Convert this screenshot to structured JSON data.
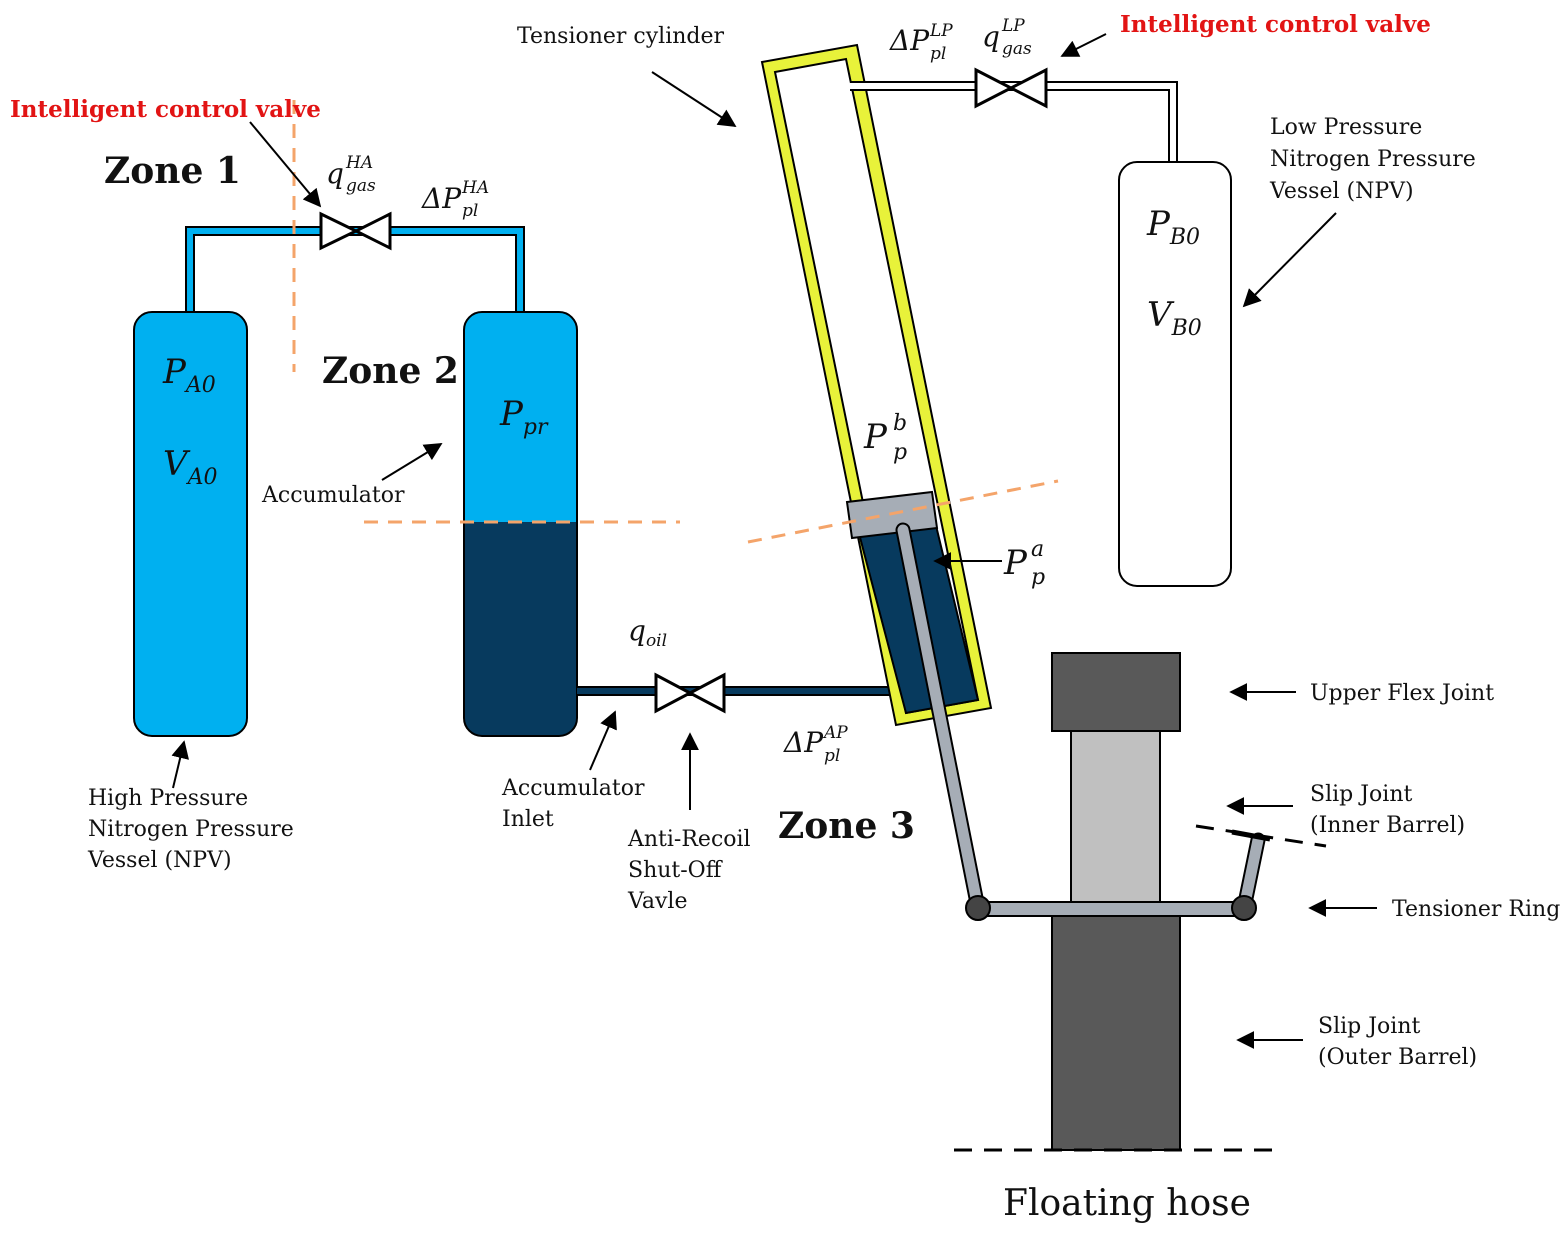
{
  "labels": {
    "tensioner_cylinder": "Tensioner cylinder",
    "intelligent_valve_left": "Intelligent control valve",
    "intelligent_valve_right": "Intelligent control valve",
    "zone1": "Zone 1",
    "zone2": "Zone 2",
    "zone3": "Zone 3",
    "accumulator": "Accumulator",
    "accumulator_inlet": [
      "Accumulator",
      "Inlet"
    ],
    "anti_recoil": [
      "Anti-Recoil",
      "Shut-Off",
      "Vavle"
    ],
    "high_pressure_npv": [
      "High Pressure",
      "Nitrogen Pressure",
      "Vessel (NPV)"
    ],
    "low_pressure_npv": [
      "Low Pressure",
      "Nitrogen Pressure",
      "Vessel (NPV)"
    ],
    "upper_flex_joint": "Upper Flex Joint",
    "slip_joint_inner": [
      "Slip Joint",
      "(Inner Barrel)"
    ],
    "tensioner_ring": "Tensioner Ring",
    "slip_joint_outer": [
      "Slip Joint",
      "(Outer Barrel)"
    ],
    "floating_hose": "Floating hose"
  },
  "symbols": {
    "PA0": {
      "base": "P",
      "sub": "A0"
    },
    "VA0": {
      "base": "V",
      "sub": "A0"
    },
    "Ppr": {
      "base": "P",
      "sub": "pr"
    },
    "PB0": {
      "base": "P",
      "sub": "B0"
    },
    "VB0": {
      "base": "V",
      "sub": "B0"
    },
    "Ppb": {
      "base": "P",
      "sup": "b",
      "sub": "p"
    },
    "Ppa": {
      "base": "P",
      "sup": "a",
      "sub": "p"
    },
    "qgasHA": {
      "base": "q",
      "sup": "HA",
      "sub": "gas"
    },
    "dPplHA": {
      "base": "ΔP",
      "sup": "HA",
      "sub": "pl"
    },
    "qgasLP": {
      "base": "q",
      "sup": "LP",
      "sub": "gas"
    },
    "dPplLP": {
      "base": "ΔP",
      "sup": "LP",
      "sub": "pl"
    },
    "qoil": {
      "base": "q",
      "sub": "oil"
    },
    "dPplAP": {
      "base": "ΔP",
      "sup": "AP",
      "sub": "pl"
    }
  },
  "colors": {
    "gas_blue": "#00b0f0",
    "oil_navy": "#073a5e",
    "cylinder_yellow": "#e8f23a",
    "dashed_orange": "#f4a46a",
    "steel_gray": "#a6adb6",
    "dark_gray": "#595959",
    "light_gray": "#c0c0c0",
    "red_text": "#e21414"
  }
}
